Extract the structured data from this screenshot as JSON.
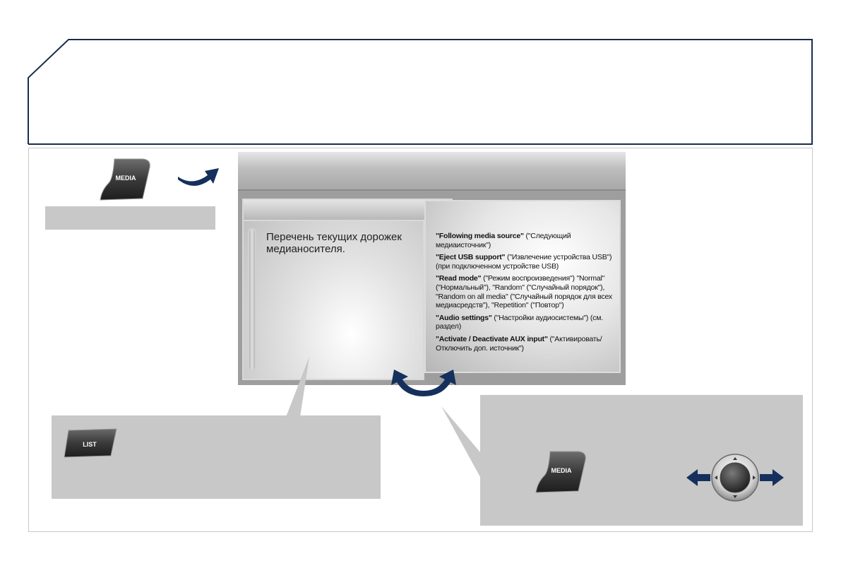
{
  "buttons": {
    "media_label": "MEDIA",
    "list_label": "LIST"
  },
  "screen": {
    "tracks_text": "Перечень текущих дорожек медианосителя.",
    "menu": [
      {
        "bold": "\"Following media source\"",
        "rest": " (\"Следующий медиаисточник\")"
      },
      {
        "bold": "\"Eject USB support\"",
        "rest": " (\"Извлечение устройства USB\") (при подключенном устройстве USB)"
      },
      {
        "bold": "\"Read mode\"",
        "rest": " (\"Режим воспроизведения\") \"Normal\" (\"Нормальный\"), \"Random\" (\"Случайный порядок\"), \"Random on all media\" (\"Случайный порядок для всех медиасредств\"), \"Repetition\" (\"Повтор\")"
      },
      {
        "bold": "\"Audio settings\"",
        "rest": " (\"Настройки аудиосистемы\") (см. раздел)"
      },
      {
        "bold": "\"Activate / Deactivate AUX input\"",
        "rest": " (\"Активировать/ Отключить доп. источник\")"
      }
    ]
  },
  "colors": {
    "accent_arrow": "#15305c",
    "callout_grey": "#c8c8c8",
    "header_line": "#1a2c4e"
  }
}
